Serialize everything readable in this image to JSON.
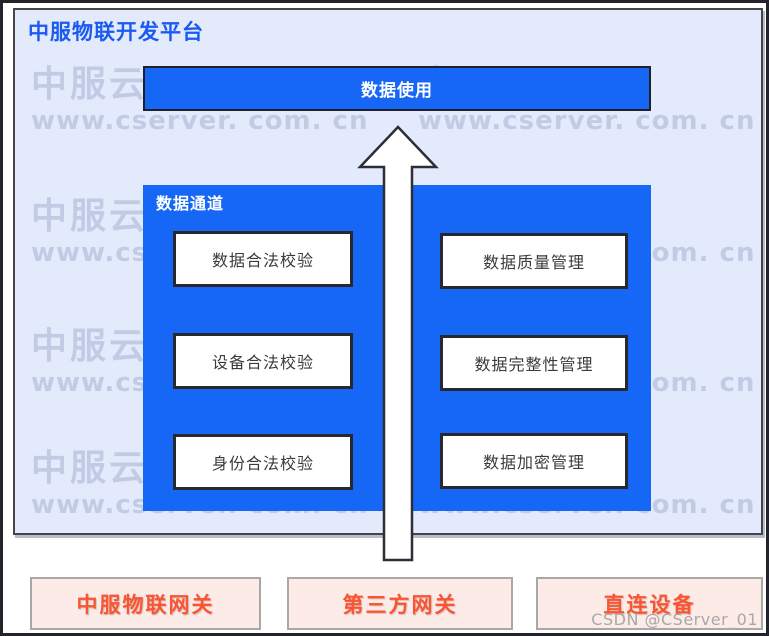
{
  "page": {
    "title": "中服物联开发平台"
  },
  "diagram": {
    "top_banner": {
      "label": "数据使用"
    },
    "channel_box": {
      "label": "数据通道",
      "left_items": [
        "数据合法校验",
        "设备合法校验",
        "身份合法校验"
      ],
      "right_items": [
        "数据质量管理",
        "数据完整性管理",
        "数据加密管理"
      ]
    },
    "arrow": {
      "direction": "up"
    },
    "bottom_nodes": [
      "中服物联网关",
      "第三方网关",
      "直连设备"
    ]
  },
  "watermark": {
    "brand": "中服云",
    "url": "www.cserver. com. cn",
    "credit": "CSDN @CServer_01"
  },
  "colors": {
    "panel_bg": "#e3eafc",
    "primary_blue": "#1667f6",
    "title_blue": "#1a5af0",
    "node_bg": "#fdebe7",
    "node_text": "#fa5430"
  }
}
